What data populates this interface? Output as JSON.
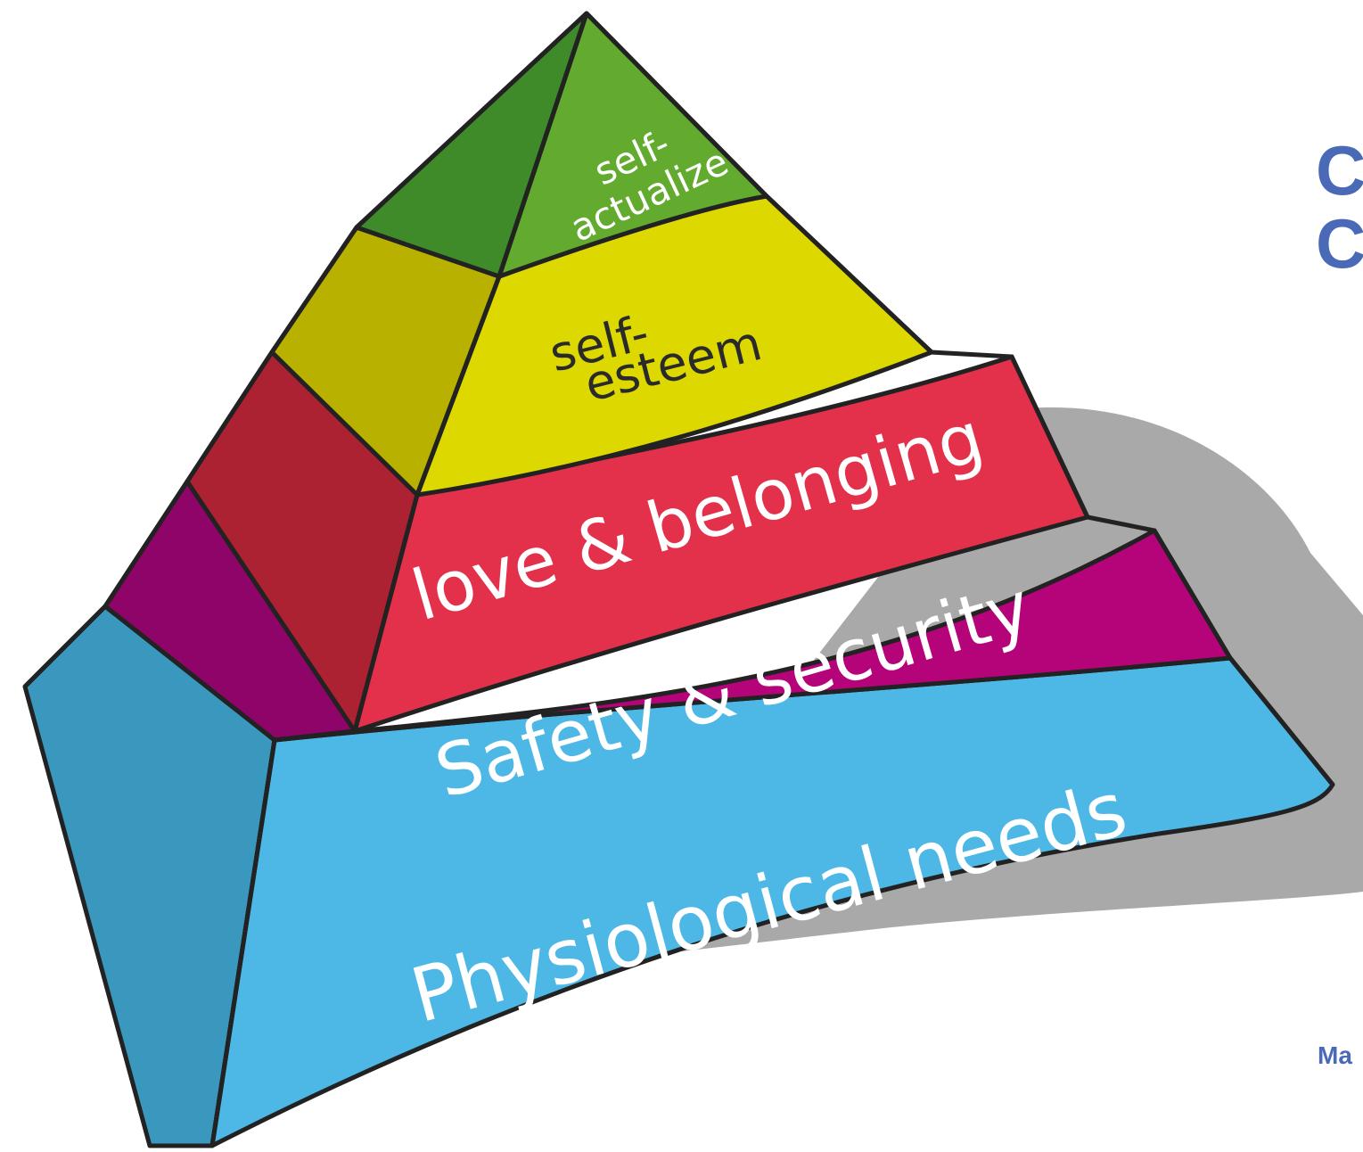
{
  "heading": {
    "line1": "C",
    "line2": "C"
  },
  "caption": "Ma",
  "pyramid": {
    "tiers": [
      {
        "label_line1": "self-",
        "label_line2": "actualize",
        "color": "#62ab2f"
      },
      {
        "label_line1": "self-",
        "label_line2": "esteem",
        "color": "#dcd800"
      },
      {
        "label": "love & belonging",
        "color": "#e3304b"
      },
      {
        "label": "Safety & security",
        "color": "#b5047a"
      },
      {
        "label": "Physiological needs",
        "color": "#4db8e6"
      }
    ],
    "shadow_color": "#a9a9a9",
    "outline_color": "#222222"
  }
}
